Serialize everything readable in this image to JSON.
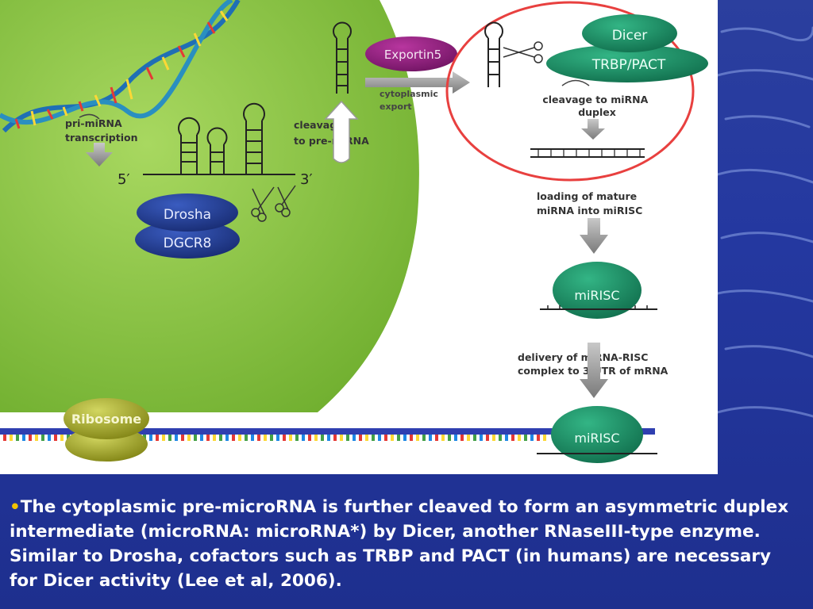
{
  "diagram": {
    "labels": {
      "pri_mirna": [
        "pri-miRNA",
        "transcription"
      ],
      "end5": "5′",
      "end3": "3′",
      "cleavage_pre": [
        "cleavage",
        "to pre-miRNA"
      ],
      "drosha": "Drosha",
      "dgcr8": "DGCR8",
      "exportin": "Exportin5",
      "cyto_export": [
        "cytoplasmic",
        "export"
      ],
      "dicer": "Dicer",
      "trbp": "TRBP/PACT",
      "cleavage_duplex": [
        "cleavage to miRNA",
        "duplex"
      ],
      "loading": [
        "loading of mature",
        "miRNA into miRISC"
      ],
      "mirisc_1": "miRISC",
      "delivery": [
        "delivery of miRNA-RISC",
        "complex to 3’UTR of mRNA"
      ],
      "mirisc_2": "miRISC",
      "ribosome": "Ribosome"
    },
    "colors": {
      "nucleus": "#8cc63f",
      "drosha": "#1f3a8a",
      "exportin": "#8e1f7a",
      "dicer": "#1f8a63",
      "mirisc": "#1f8a63",
      "ribosome": "#a4a820",
      "highlight_circle": "#e8403f"
    }
  },
  "caption": {
    "bullet": "•",
    "text": "The cytoplasmic pre-microRNA is further cleaved to form an asymmetric duplex intermediate (microRNA: microRNA*) by Dicer, another RNaseIII-type enzyme. Similar to Drosha, cofactors such as TRBP and PACT (in humans) are necessary for Dicer activity (Lee et al, 2006)."
  }
}
